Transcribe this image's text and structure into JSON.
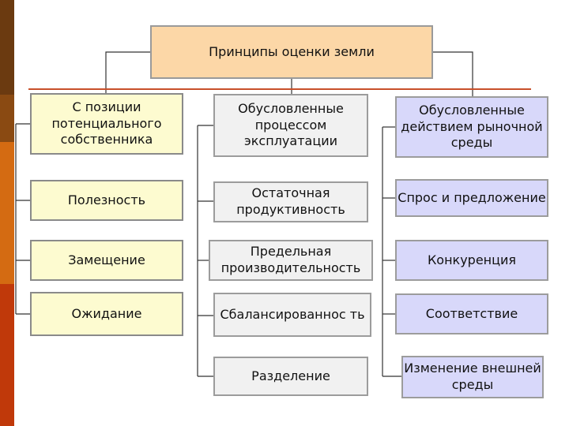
{
  "diagram": {
    "title": "Принципы оценки земли",
    "columns": [
      {
        "header": "С позиции потенциального собственника",
        "items": [
          "Полезность",
          "Замещение",
          "Ожидание"
        ]
      },
      {
        "header": "Обусловленные процессом эксплуатации",
        "items": [
          "Остаточная продуктивность",
          "Предельная производительность",
          "Сбалансированнос ть",
          "Разделение"
        ]
      },
      {
        "header": "Обусловленные действием рыночной среды",
        "items": [
          "Спрос и предложение",
          "Конкуренция",
          "Соответствие",
          "Изменение внешней среды"
        ]
      }
    ]
  },
  "colors": {
    "root_fill": "#fcd7a7",
    "column1_fill": "#fdfbd0",
    "column2_fill": "#f1f1f1",
    "column3_fill": "#d8d8fa",
    "accent_line": "#c8502a"
  }
}
